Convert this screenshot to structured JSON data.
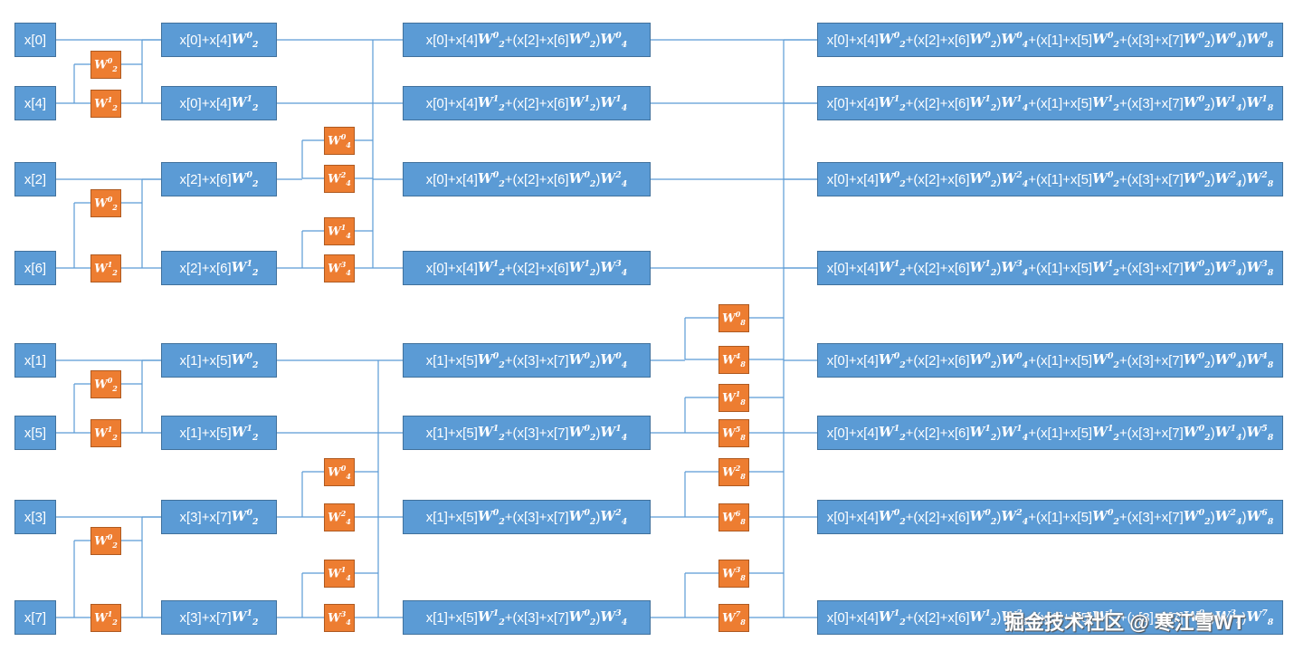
{
  "colors": {
    "node": "#5b9bd5",
    "twiddle": "#ed7d31",
    "wire": "#5b9bd5"
  },
  "stage0": [
    "x[0]",
    "x[4]",
    "x[2]",
    "x[6]",
    "x[1]",
    "x[5]",
    "x[3]",
    "x[7]"
  ],
  "stage1_twiddles": [
    "W2^0",
    "W2^1",
    "W2^0",
    "W2^1",
    "W2^0",
    "W2^1",
    "W2^0",
    "W2^1"
  ],
  "stage1": [
    "x[0]+x[4]W2^0",
    "x[0]+x[4]W2^1",
    "x[2]+x[6]W2^0",
    "x[2]+x[6]W2^1",
    "x[1]+x[5]W2^0",
    "x[1]+x[5]W2^1",
    "x[3]+x[7]W2^0",
    "x[3]+x[7]W2^1"
  ],
  "stage2_twiddles": [
    "W4^0",
    "W4^2",
    "W4^1",
    "W4^3",
    "W4^0",
    "W4^2",
    "W4^1",
    "W4^3"
  ],
  "stage2": [
    "x[0]+x[4]W2^0+(x[2]+x[6]W2^0)W4^0",
    "x[0]+x[4]W2^1+(x[2]+x[6]W2^1)W4^1",
    "x[0]+x[4]W2^0+(x[2]+x[6]W2^0)W4^2",
    "x[0]+x[4]W2^1+(x[2]+x[6]W2^1)W4^3",
    "x[1]+x[5]W2^0+(x[3]+x[7]W2^0)W4^0",
    "x[1]+x[5]W2^1+(x[3]+x[7]W2^0)W4^1",
    "x[1]+x[5]W2^0+(x[3]+x[7]W2^0)W4^2",
    "x[1]+x[5]W2^1+(x[3]+x[7]W2^0)W4^3"
  ],
  "stage3_twiddles": [
    "W8^0",
    "W8^4",
    "W8^1",
    "W8^5",
    "W8^2",
    "W8^6",
    "W8^3",
    "W8^7"
  ],
  "stage3": [
    "x[0]+x[4]W2^0+(x[2]+x[6]W2^0)W4^0+(x[1]+x[5]W2^0+(x[3]+x[7]W2^0)W4^0)W8^0",
    "x[0]+x[4]W2^1+(x[2]+x[6]W2^1)W4^1+(x[1]+x[5]W2^1+(x[3]+x[7]W2^0)W4^1)W8^1",
    "x[0]+x[4]W2^0+(x[2]+x[6]W2^0)W4^2+(x[1]+x[5]W2^0+(x[3]+x[7]W2^0)W4^2)W8^2",
    "x[0]+x[4]W2^1+(x[2]+x[6]W2^1)W4^3+(x[1]+x[5]W2^1+(x[3]+x[7]W2^0)W4^3)W8^3",
    "x[0]+x[4]W2^0+(x[2]+x[6]W2^0)W4^0+(x[1]+x[5]W2^0+(x[3]+x[7]W2^0)W4^0)W8^4",
    "x[0]+x[4]W2^1+(x[2]+x[6]W2^1)W4^1+(x[1]+x[5]W2^1+(x[3]+x[7]W2^0)W4^1)W8^5",
    "x[0]+x[4]W2^0+(x[2]+x[6]W2^0)W4^2+(x[1]+x[5]W2^0+(x[3]+x[7]W2^0)W4^2)W8^6",
    "x[0]+x[4]W2^1+(x[2]+x[6]W2^1)W4^3+(x[1]+x[5]W2^1+(x[3]+x[7]W2^0)W4^3)W8^7"
  ],
  "watermark": "掘金技术社区 @ 寒江雪WT"
}
